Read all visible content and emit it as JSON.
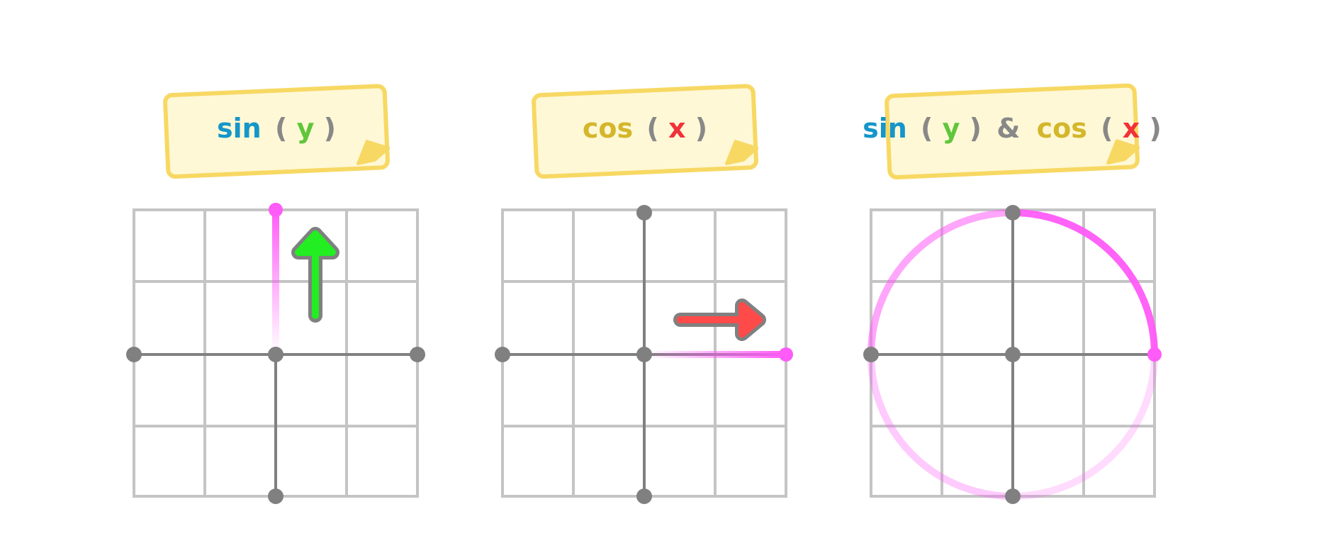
{
  "colors": {
    "fn_blue": "#1596c9",
    "fn_gold": "#d4b62b",
    "var_green": "#5fc63a",
    "var_red": "#f1323a",
    "paren_gray": "#888888",
    "grid_light": "#c4c4c4",
    "axis_dark": "#808080",
    "magenta": "#ff5bf8",
    "note_fill": "#fff8d6",
    "note_border": "#f7d862",
    "arrow_green": "#22ee22",
    "arrow_red": "#ff4a4a"
  },
  "panels": [
    {
      "label": {
        "fn1": "sin",
        "var1": "y"
      },
      "arrow_icon": "up-arrow-icon"
    },
    {
      "label": {
        "fn1": "cos",
        "var1": "x"
      },
      "arrow_icon": "right-arrow-icon"
    },
    {
      "label": {
        "fn1": "sin",
        "var1": "y",
        "joiner": "&",
        "fn2": "cos",
        "var2": "x"
      }
    }
  ],
  "glyphs": {
    "open_paren": "(",
    "close_paren": ")"
  }
}
